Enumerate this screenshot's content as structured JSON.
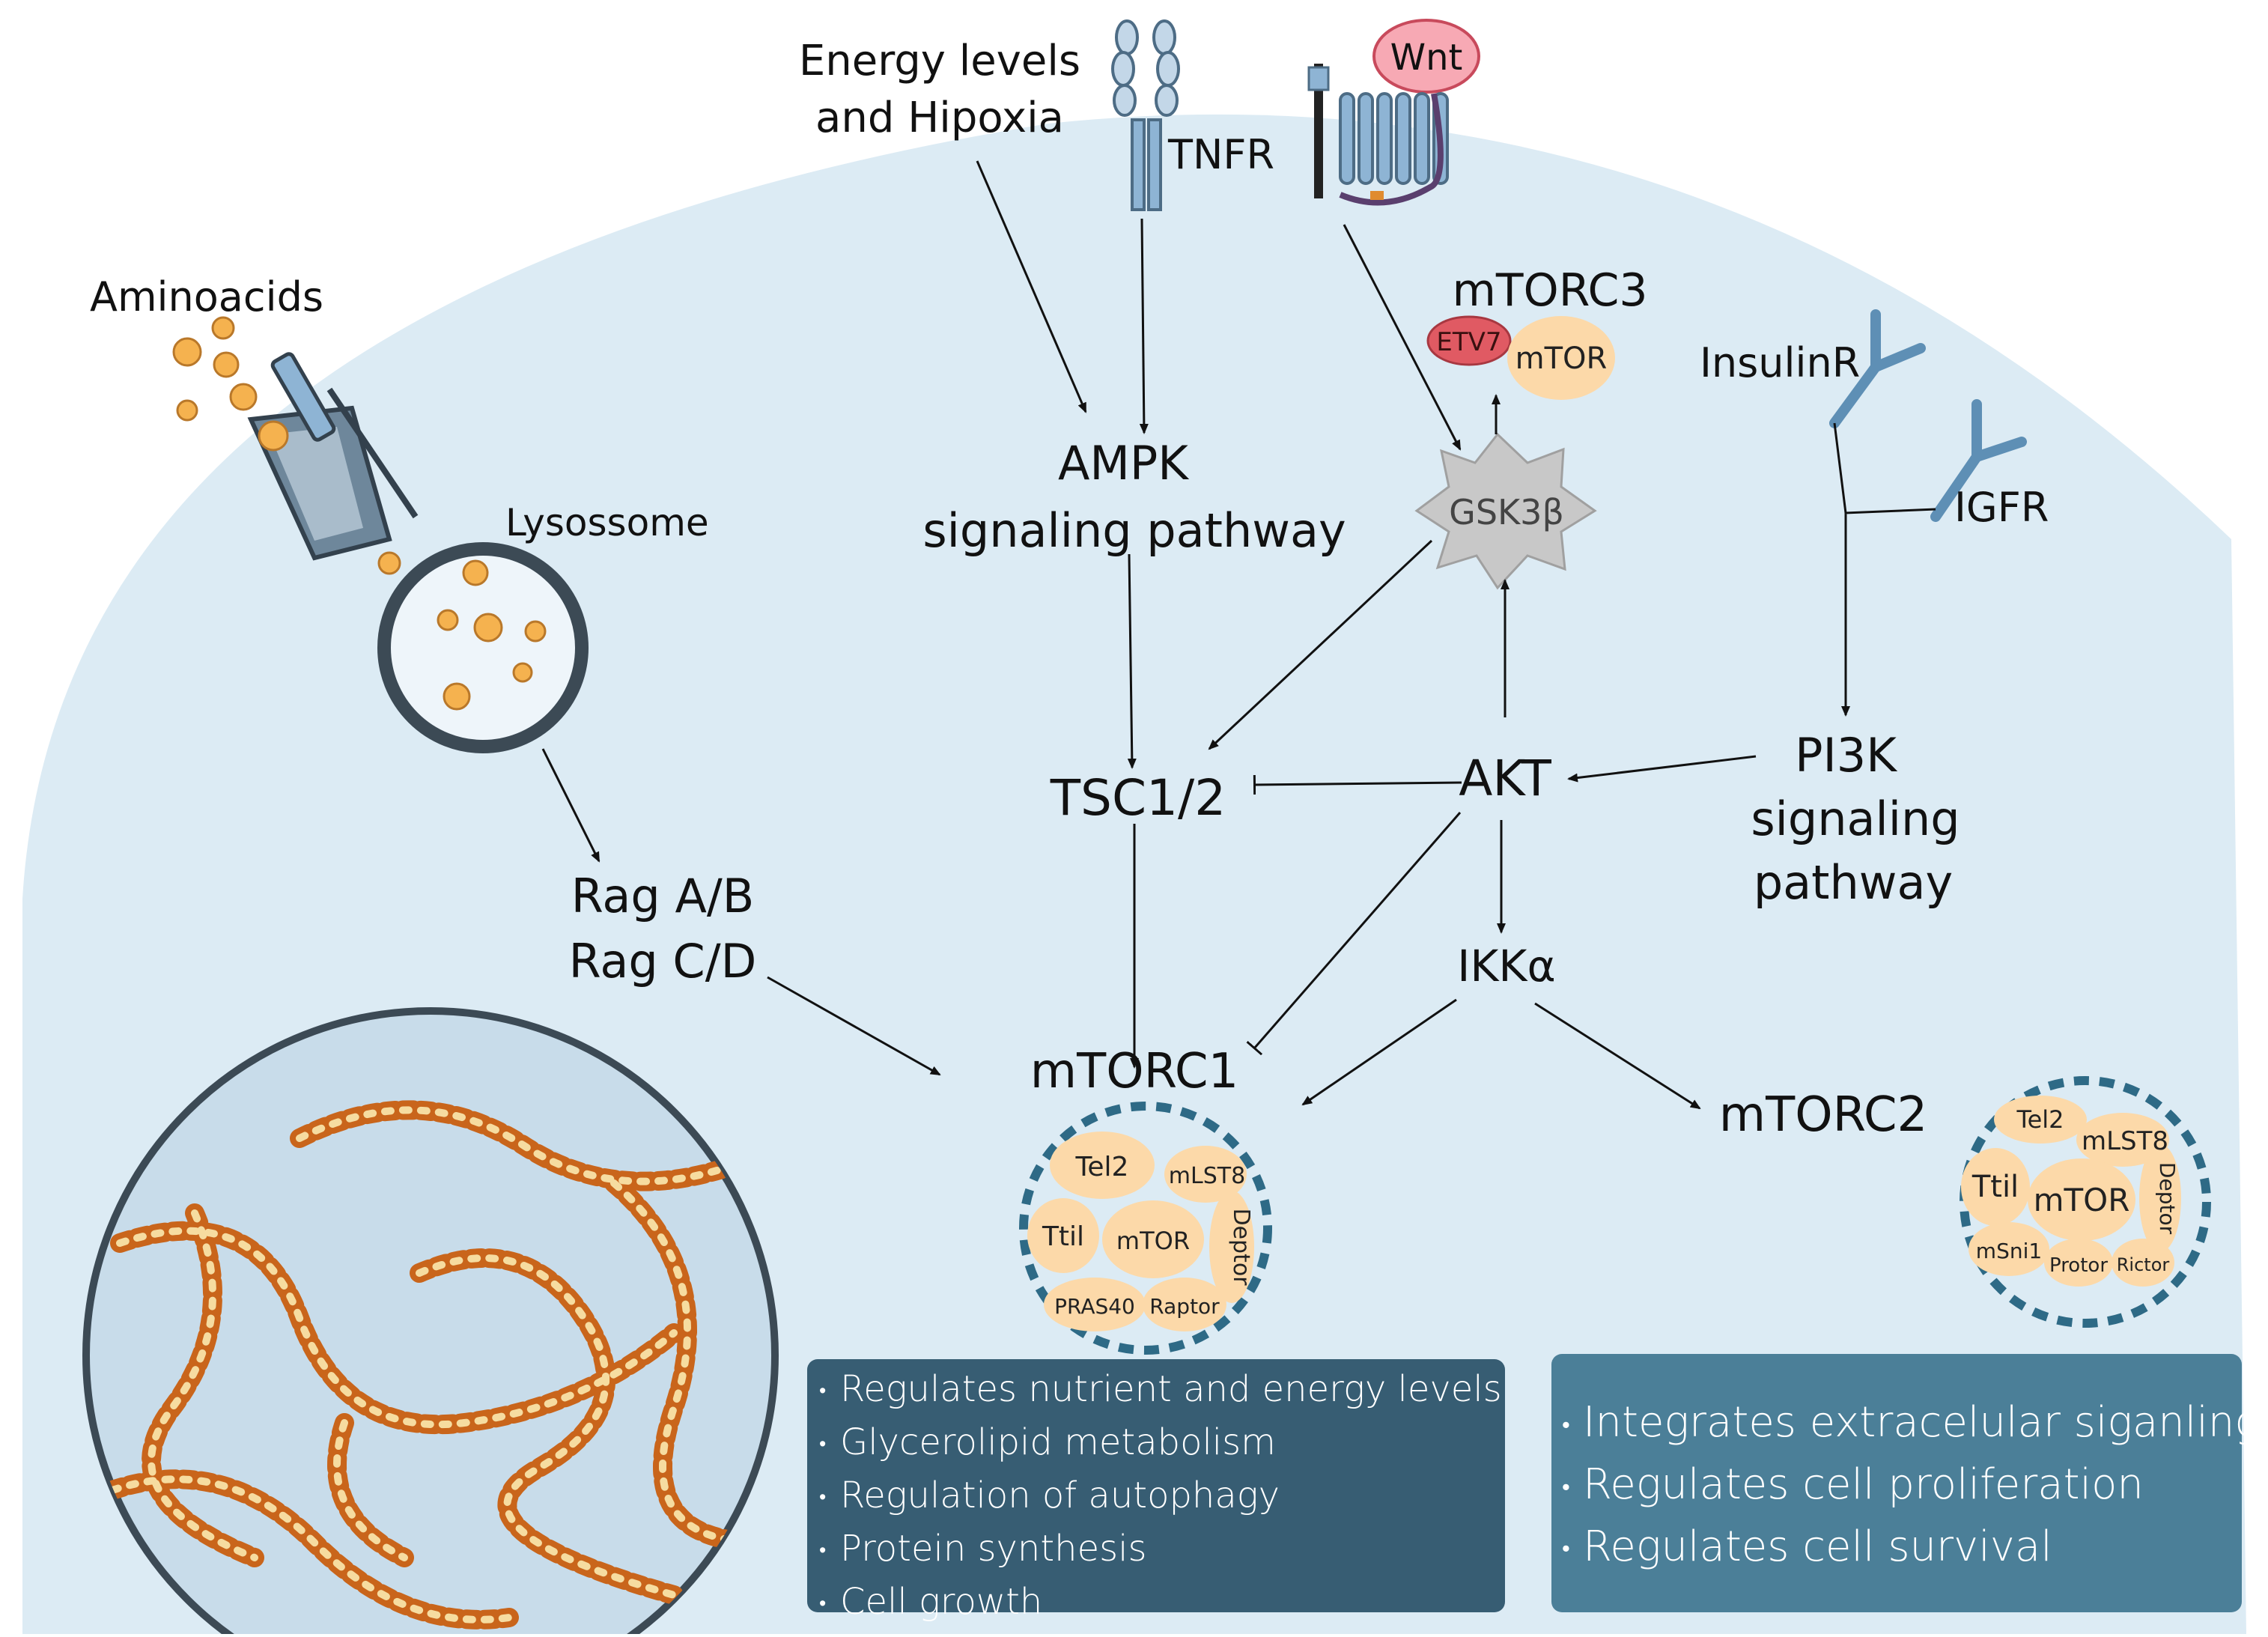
{
  "inputs": {
    "aminoacids": "Aminoacids",
    "energy_line1": "Energy levels",
    "energy_line2": "and Hipoxia",
    "tnfr": "TNFR",
    "wnt": "Wnt",
    "insulinr": "InsulinR",
    "igfr": "IGFR",
    "lysosome": "Lysossome"
  },
  "nodes": {
    "ampk_line1": "AMPK",
    "ampk_line2": "signaling pathway",
    "gsk3b": "GSK3β",
    "pi3k_line1": "PI3K",
    "pi3k_line2": "signaling",
    "pi3k_line3": "pathway",
    "akt": "AKT",
    "tsc": "TSC1/2",
    "ikka": "IKKα",
    "rag_line1": "Rag A/B",
    "rag_line2": "Rag C/D"
  },
  "mtorc1": {
    "title": "mTORC1",
    "components": [
      "Tel2",
      "mLST8",
      "Ttil",
      "mTOR",
      "Deptor",
      "PRAS40",
      "Raptor"
    ]
  },
  "mtorc2": {
    "title": "mTORC2",
    "components": [
      "Tel2",
      "mLST8",
      "Ttil",
      "mTOR",
      "Deptor",
      "mSni1",
      "Protor",
      "Rictor"
    ]
  },
  "mtorc3": {
    "title": "mTORC3",
    "components": [
      "ETV7",
      "mTOR"
    ]
  },
  "mtorc1_functions": [
    "Regulates nutrient and energy levels",
    "Glycerolipid metabolism",
    "Regulation of autophagy",
    "Protein synthesis",
    "Cell growth"
  ],
  "mtorc2_functions": [
    "Integrates extracelular siganling",
    "Regulates cell proliferation",
    "Regulates cell survival"
  ],
  "colors": {
    "cell": "#dcebf4",
    "complex_fill": "#fcd9a9",
    "dashed_ring": "#2e6a86",
    "amino": "#f5b24f",
    "etv7": "#e05a63",
    "wnt": "#f7a9b4",
    "receptor": "#8eb4d4",
    "box1": "#375d73",
    "box2": "#4b7f98"
  }
}
